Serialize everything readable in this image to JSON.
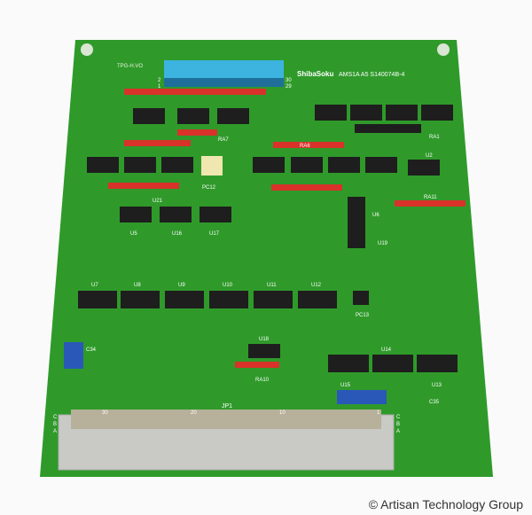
{
  "board": {
    "silkscreen_left": "TPG-H.VO",
    "maker": "ShibaSoku",
    "part_number": "AMS1A A5 S140074B-4",
    "connector_label": "JP1",
    "connector_pins": [
      "30",
      "20",
      "10",
      "1"
    ],
    "row_letters": [
      "C",
      "B",
      "A"
    ],
    "top_connector_pins": [
      "2",
      "1",
      "30",
      "29"
    ],
    "chip_labels": [
      "U7",
      "U8",
      "U9",
      "U10",
      "U11",
      "U12",
      "U5",
      "U16",
      "U17",
      "U21",
      "U6",
      "U19",
      "U2",
      "U18",
      "U15",
      "U14",
      "U13",
      "PC12",
      "PC13",
      "RA10",
      "RA11",
      "RA6",
      "RA7",
      "RA1",
      "C34",
      "C35"
    ],
    "colors": {
      "pcb": "#2f9a2a",
      "resistor": "#d8322a",
      "header": "#3db3e0",
      "connector": "#c9c9c6"
    }
  },
  "watermark": "© Artisan Technology Group"
}
